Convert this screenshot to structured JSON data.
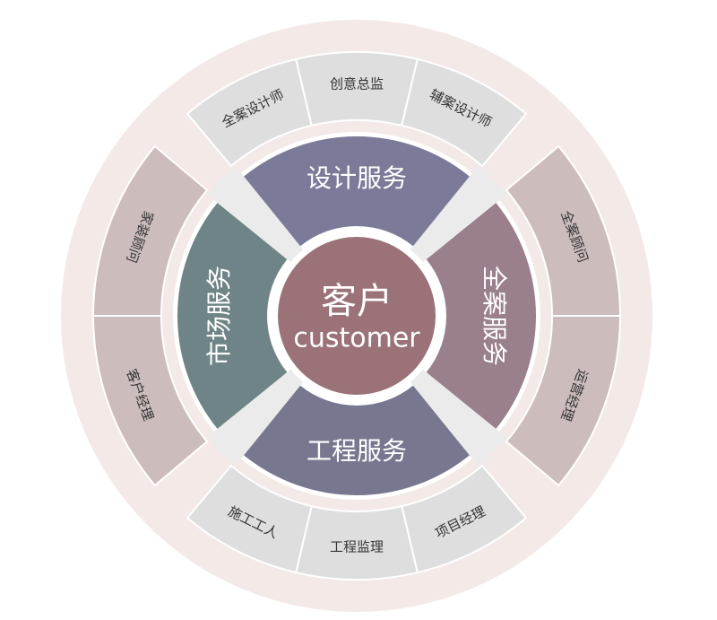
{
  "center": {
    "title": "客户",
    "subtitle": "customer"
  },
  "services": [
    {
      "key": "design",
      "label": "设计服务",
      "color": "#7b7b99"
    },
    {
      "key": "full",
      "label": "全案服务",
      "color": "#9a7f8c"
    },
    {
      "key": "engineering",
      "label": "工程服务",
      "color": "#777790"
    },
    {
      "key": "market",
      "label": "市场服务",
      "color": "#6f8486"
    }
  ],
  "roles": {
    "top": [
      "全案设计师",
      "创意总监",
      "辅案设计师"
    ],
    "right": [
      "全案顾问",
      "运营经理"
    ],
    "bottom": [
      "项目经理",
      "工程监理",
      "施工工人"
    ],
    "left": [
      "客户经理",
      "家装顾问"
    ]
  },
  "colors": {
    "outer_ring": "#f3e9e6",
    "gap_ring": "#ffffff",
    "role_top_bottom": "#dedede",
    "role_sides": "#cdbcbc",
    "center": "#9a7277",
    "dividers": "#ebebeb"
  }
}
